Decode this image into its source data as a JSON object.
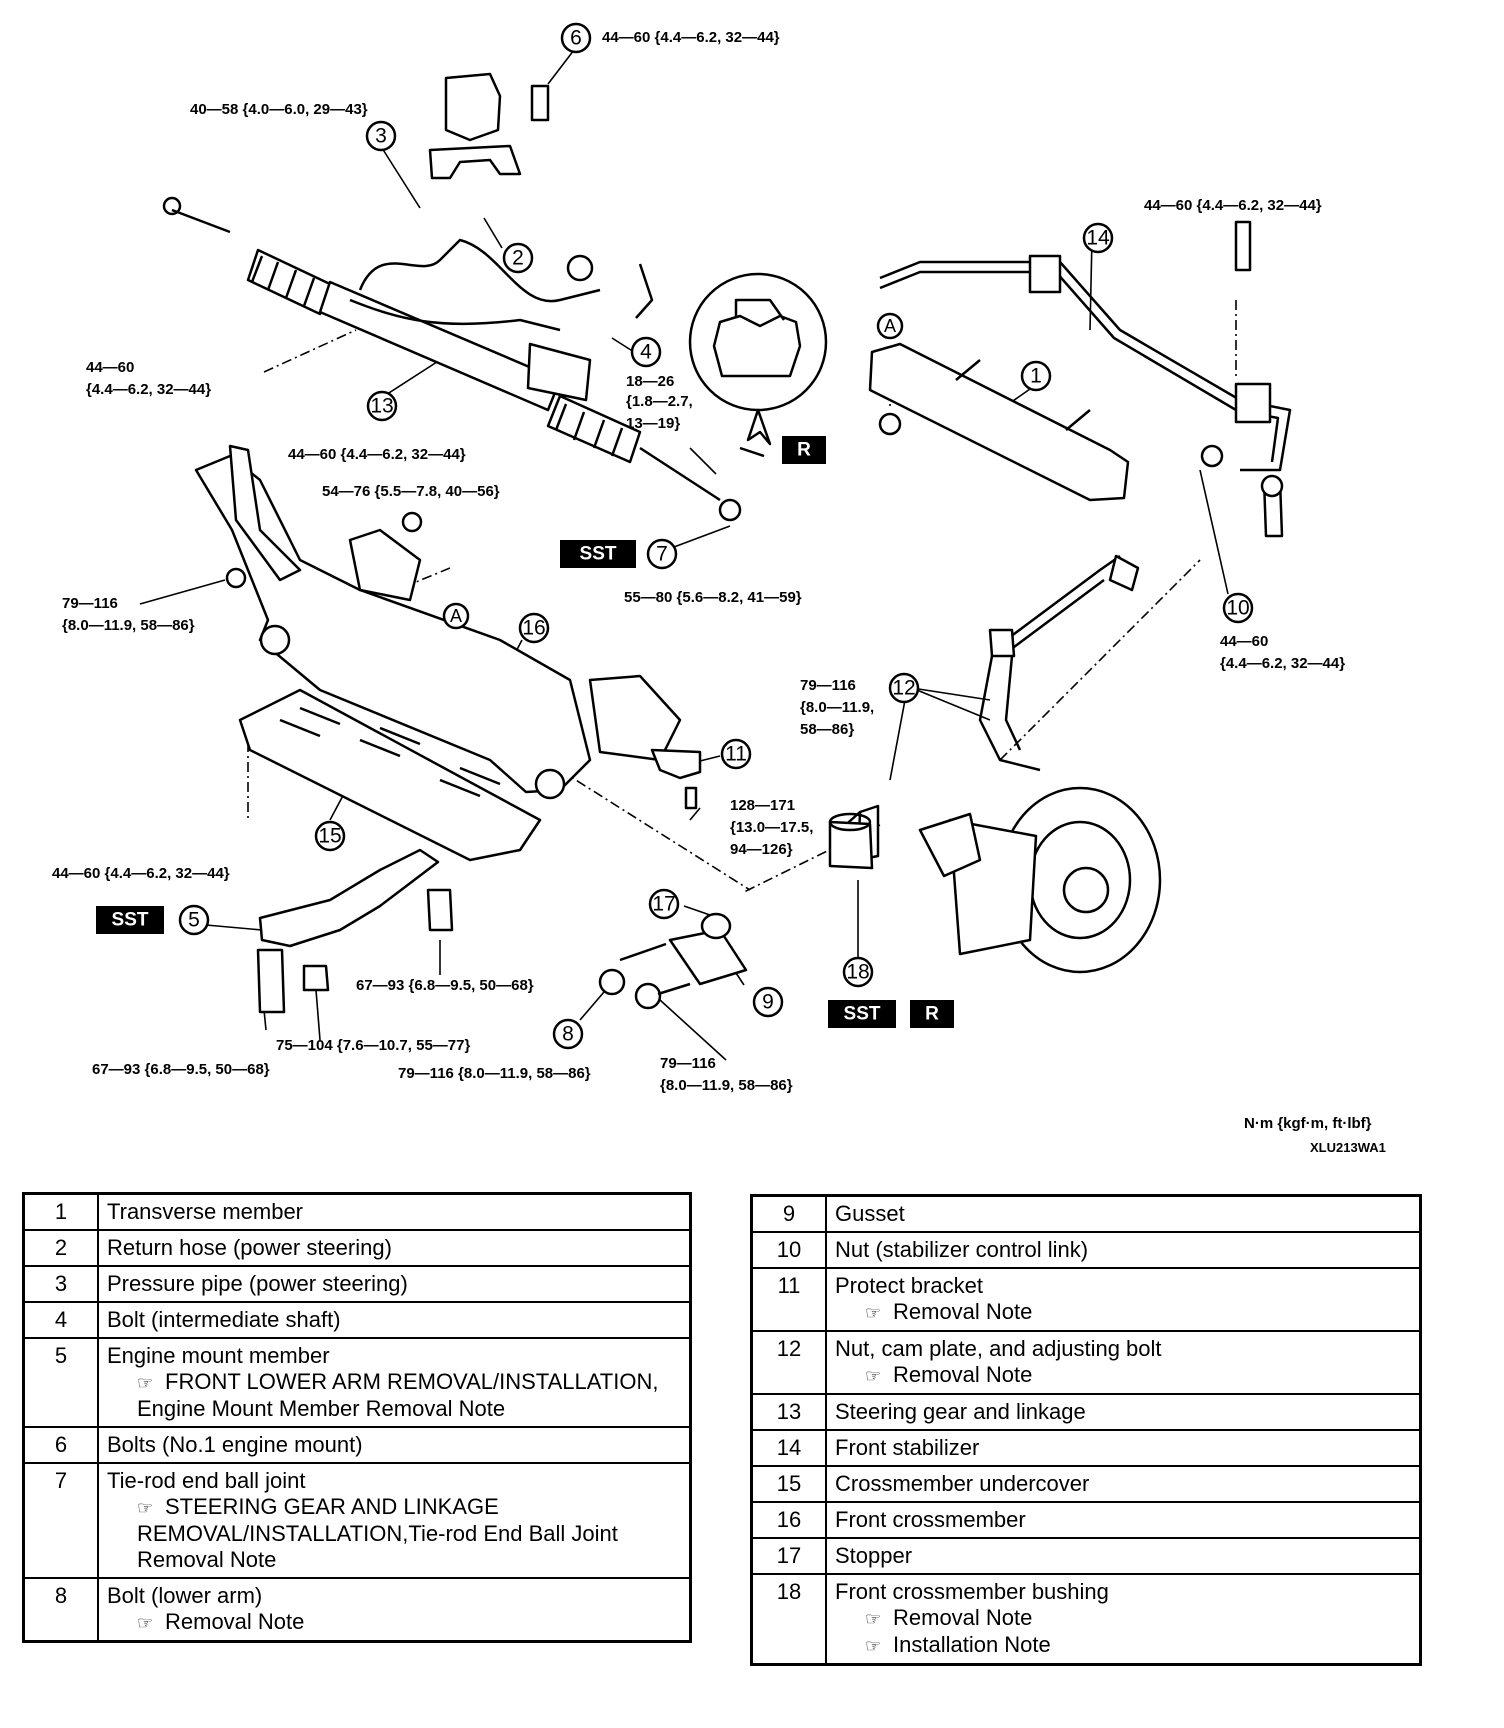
{
  "diagram": {
    "torque_labels": [
      {
        "id": "t-6",
        "text": "44—60 {4.4—6.2, 32—44}"
      },
      {
        "id": "t-3",
        "text": "40—58 {4.0—6.0, 29—43}"
      },
      {
        "id": "t-14",
        "text": "44—60 {4.4—6.2, 32—44}"
      },
      {
        "id": "t-13a-1",
        "text": "44—60"
      },
      {
        "id": "t-13a-2",
        "text": "{4.4—6.2, 32—44}"
      },
      {
        "id": "t-4-1",
        "text": "18—26"
      },
      {
        "id": "t-4-2",
        "text": "{1.8—2.7,"
      },
      {
        "id": "t-4-3",
        "text": "13—19}"
      },
      {
        "id": "t-13b",
        "text": "44—60 {4.4—6.2, 32—44}"
      },
      {
        "id": "t-16a",
        "text": "54—76 {5.5—7.8, 40—56}"
      },
      {
        "id": "t-7",
        "text": "55—80 {5.6—8.2, 41—59}"
      },
      {
        "id": "t-16b-1",
        "text": "79—116"
      },
      {
        "id": "t-16b-2",
        "text": "{8.0—11.9, 58—86}"
      },
      {
        "id": "t-10-1",
        "text": "44—60"
      },
      {
        "id": "t-10-2",
        "text": "{4.4—6.2, 32—44}"
      },
      {
        "id": "t-12-1",
        "text": "79—116"
      },
      {
        "id": "t-12-2",
        "text": "{8.0—11.9,"
      },
      {
        "id": "t-12-3",
        "text": "58—86}"
      },
      {
        "id": "t-11-1",
        "text": "128—171"
      },
      {
        "id": "t-11-2",
        "text": "{13.0—17.5,"
      },
      {
        "id": "t-11-3",
        "text": "94—126}"
      },
      {
        "id": "t-15",
        "text": "44—60 {4.4—6.2, 32—44}"
      },
      {
        "id": "t-5a",
        "text": "67—93 {6.8—9.5, 50—68}"
      },
      {
        "id": "t-5b",
        "text": "75—104 {7.6—10.7, 55—77}"
      },
      {
        "id": "t-5c",
        "text": "67—93 {6.8—9.5, 50—68}"
      },
      {
        "id": "t-8",
        "text": "79—116 {8.0—11.9, 58—86}"
      },
      {
        "id": "t-9-1",
        "text": "79—116"
      },
      {
        "id": "t-9-2",
        "text": "{8.0—11.9, 58—86}"
      }
    ],
    "callouts": [
      "1",
      "2",
      "3",
      "4",
      "5",
      "6",
      "7",
      "8",
      "9",
      "10",
      "11",
      "12",
      "13",
      "14",
      "15",
      "16",
      "17",
      "18"
    ],
    "markers": {
      "a": "A",
      "sst": "SST",
      "r": "R"
    },
    "unit_note": "N·m {kgf·m, ft·lbf}",
    "figure_code": "XLU213WA1"
  },
  "parts_left": [
    {
      "num": "1",
      "name": "Transverse member",
      "refs": []
    },
    {
      "num": "2",
      "name": "Return hose (power steering)",
      "refs": []
    },
    {
      "num": "3",
      "name": "Pressure pipe (power steering)",
      "refs": []
    },
    {
      "num": "4",
      "name": "Bolt (intermediate shaft)",
      "refs": []
    },
    {
      "num": "5",
      "name": "Engine mount member",
      "refs": [
        "FRONT LOWER ARM REMOVAL/INSTALLATION, Engine Mount Member Removal Note"
      ]
    },
    {
      "num": "6",
      "name": "Bolts (No.1 engine mount)",
      "refs": []
    },
    {
      "num": "7",
      "name": "Tie-rod end ball joint",
      "refs": [
        "STEERING GEAR AND LINKAGE REMOVAL/INSTALLATION,Tie-rod End Ball Joint Removal Note"
      ]
    },
    {
      "num": "8",
      "name": "Bolt (lower arm)",
      "refs": [
        "Removal Note"
      ]
    }
  ],
  "parts_right": [
    {
      "num": "9",
      "name": "Gusset",
      "refs": []
    },
    {
      "num": "10",
      "name": "Nut (stabilizer control link)",
      "refs": []
    },
    {
      "num": "11",
      "name": "Protect bracket",
      "refs": [
        "Removal Note"
      ]
    },
    {
      "num": "12",
      "name": "Nut, cam plate, and adjusting bolt",
      "refs": [
        "Removal Note"
      ]
    },
    {
      "num": "13",
      "name": "Steering gear and linkage",
      "refs": []
    },
    {
      "num": "14",
      "name": "Front stabilizer",
      "refs": []
    },
    {
      "num": "15",
      "name": "Crossmember undercover",
      "refs": []
    },
    {
      "num": "16",
      "name": "Front crossmember",
      "refs": []
    },
    {
      "num": "17",
      "name": "Stopper",
      "refs": []
    },
    {
      "num": "18",
      "name": "Front crossmember bushing",
      "refs": [
        "Removal Note",
        "Installation Note"
      ]
    }
  ],
  "ref_icon": "☞"
}
